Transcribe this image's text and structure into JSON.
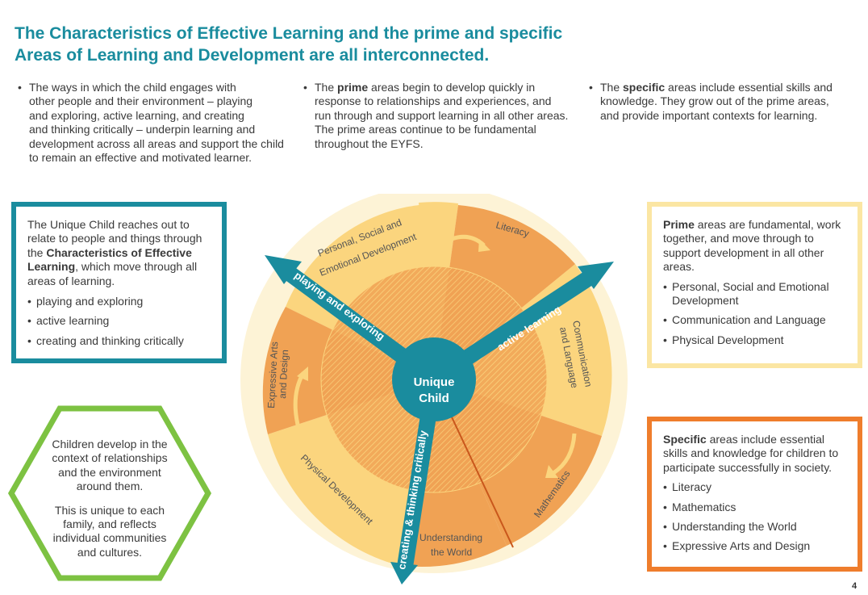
{
  "heading": {
    "line1": "The Characteristics of Effective Learning and the prime and specific",
    "line2": "Areas of Learning and Development are all interconnected."
  },
  "intro": {
    "col1": {
      "lines": [
        "The ways in which the child engages with",
        "other people and their environment – playing",
        "and exploring, active learning, and creating",
        "and thinking critically – underpin learning and",
        "development across all areas and support the child",
        "to remain an effective and motivated learner."
      ]
    },
    "col2": {
      "line1_prefix": "The ",
      "line1_bold": "prime",
      "line1_suffix": " areas begin to develop quickly in",
      "lines": [
        "response to relationships and experiences, and",
        "run through and support learning in all other areas.",
        "The prime areas continue to be fundamental",
        "throughout the EYFS."
      ]
    },
    "col3": {
      "line1_prefix": "The ",
      "line1_bold": "specific",
      "line1_suffix": " areas include essential skills and",
      "lines": [
        "knowledge. They grow out of the prime areas,",
        "and provide important contexts for learning."
      ]
    }
  },
  "teal_box": {
    "line1": "The Unique Child reaches out to",
    "line2": "relate to people and things through",
    "line3_prefix": "the ",
    "line3_bold": "Characteristics of Effective",
    "line4_bold": "Learning",
    "line4_suffix": ", which move through all",
    "line5": "areas of learning.",
    "items": [
      "playing and exploring",
      "active learning",
      "creating and thinking critically"
    ]
  },
  "hexagon": {
    "para1": "Children develop in the context of relationships and the environment around them.",
    "para2": "This is unique to each family, and reflects individual communities and cultures."
  },
  "prime_box": {
    "bold": "Prime",
    "text": " areas are fundamental, work together, and move through to support development in all other areas.",
    "items": [
      "Personal, Social and Emotional Development",
      "Communication and Language",
      "Physical Development"
    ]
  },
  "specific_box": {
    "bold": "Specific",
    "text": " areas include essential skills and knowledge for children to participate successfully in society.",
    "items": [
      "Literacy",
      "Mathematics",
      "Understanding the World",
      "Expressive Arts and Design"
    ]
  },
  "diagram": {
    "center_line1": "Unique",
    "center_line2": "Child",
    "arrows": {
      "playing": "playing and exploring",
      "active": "active learning",
      "creating": "creating & thinking critically"
    },
    "segments": {
      "psed_line1": "Personal, Social and",
      "psed_line2": "Emotional Development",
      "literacy": "Literacy",
      "comm_line1": "Communication",
      "comm_line2": "and Language",
      "maths": "Mathematics",
      "understanding_line1": "Understanding",
      "understanding_line2": "the World",
      "physical": "Physical Development",
      "expressive_line1": "Expressive Arts",
      "expressive_line2": "and Design"
    },
    "colors": {
      "prime": "#fbd57e",
      "specific": "#f0a254",
      "teal": "#1a8c9e"
    }
  },
  "page_number": "4"
}
